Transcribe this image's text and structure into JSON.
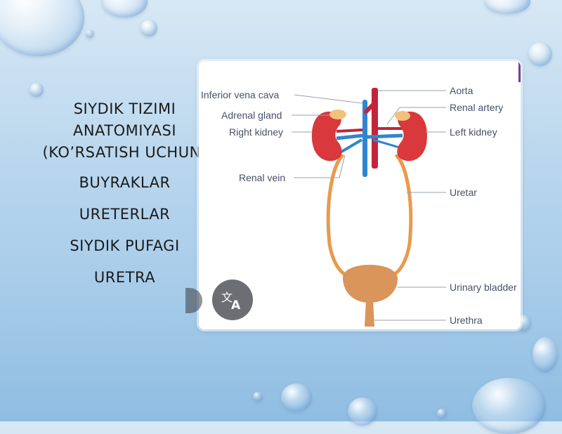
{
  "slide": {
    "title_lines": [
      "SIYDIK TIZIMI",
      "ANATOMIYASI",
      "(KO’RSATISH UCHUN)"
    ],
    "items": [
      "BUYRAKLAR",
      "URETERLAR",
      "SIYDIK PUFAGI",
      "URETRA"
    ]
  },
  "diagram": {
    "labels": {
      "inferior_vena_cava": "Inferior vena cava",
      "adrenal_gland": "Adrenal gland",
      "right_kidney": "Right kidney",
      "renal_vein": "Renal vein",
      "aorta": "Aorta",
      "renal_artery": "Renal artery",
      "left_kidney": "Left kidney",
      "uretar": "Uretar",
      "urinary_bladder": "Urinary bladder",
      "urethra": "Urethra"
    },
    "colors": {
      "kidney": "#d9383c",
      "adrenal": "#f2c27a",
      "vein": "#2f86d0",
      "artery": "#c3243a",
      "ureter": "#e89a4c",
      "bladder": "#d9955a",
      "leader": "#9aa0ad"
    }
  },
  "icons": {
    "translate": "translate-icon"
  }
}
